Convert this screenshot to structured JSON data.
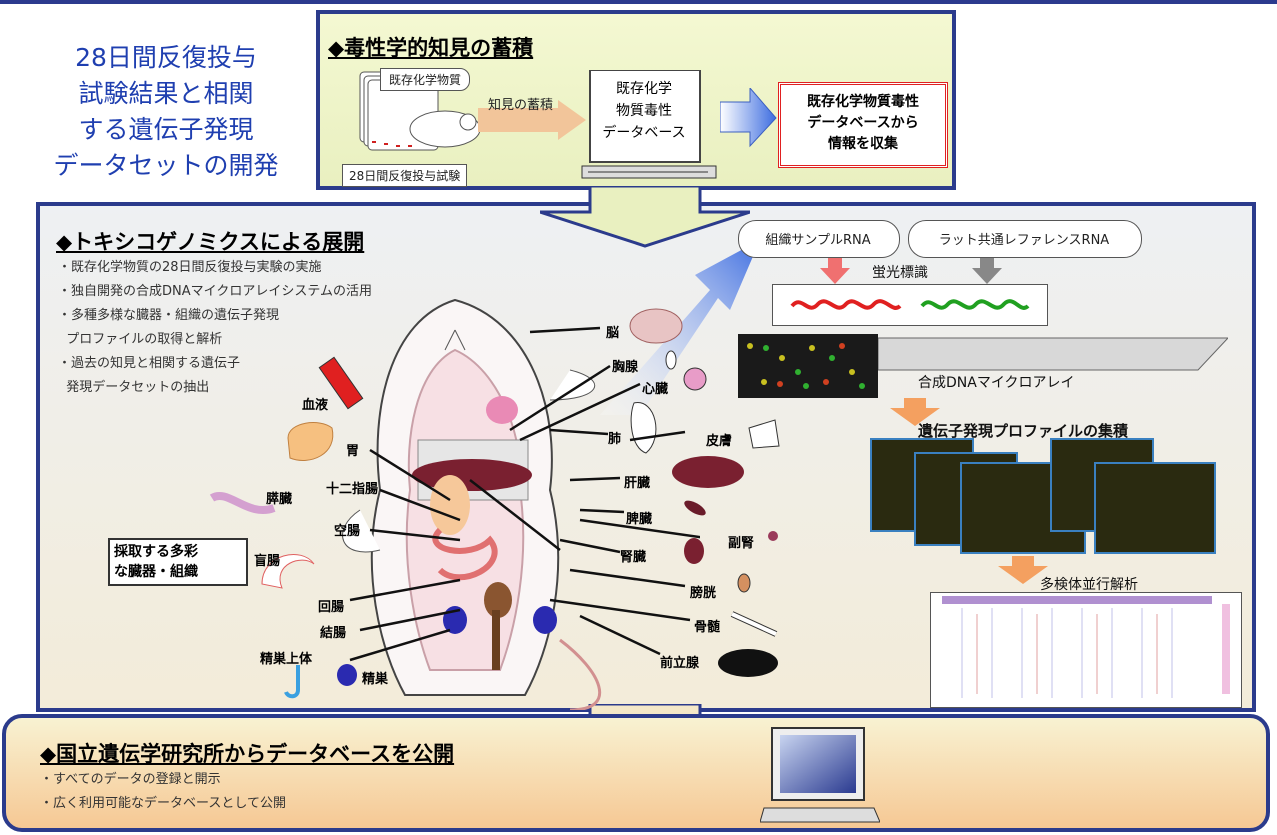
{
  "left_title": [
    "28日間反復投与",
    "試験結果と相関",
    "する遺伝子発現",
    "データセットの開発"
  ],
  "panel1": {
    "heading": "◆毒性学的知見の蓄積",
    "tag_top": "既存化学物質",
    "tag_bottom": "28日間反復投与試験",
    "arrow_label": "知見の蓄積",
    "monitor_lines": [
      "既存化学",
      "物質毒性",
      "データベース"
    ],
    "red_box_lines": [
      "既存化学物質毒性",
      "データベースから",
      "情報を収集"
    ]
  },
  "panel2": {
    "heading": "◆トキシコゲノミクスによる展開",
    "bullets": [
      "・既存化学物質の28日間反復投与実験の実施",
      "・独自開発の合成DNAマイクロアレイシステムの活用",
      "・多種多様な臓器・組織の遺伝子発現",
      "  プロファイルの取得と解析",
      "・過去の知見と相関する遺伝子",
      "  発現データセットの抽出"
    ],
    "sample_box_label": "採取する多彩な臓器・組織",
    "organs": {
      "brain": "脳",
      "thymus": "胸腺",
      "heart": "心臓",
      "lung": "肺",
      "skin": "皮膚",
      "liver": "肝臓",
      "spleen": "脾臓",
      "adrenal": "副腎",
      "kidney": "腎臓",
      "bladder": "膀胱",
      "marrow": "骨髄",
      "prostate": "前立腺",
      "testis": "精巣",
      "epididymis": "精巣上体",
      "colon": "結腸",
      "ileum": "回腸",
      "cecum": "盲腸",
      "jejunum": "空腸",
      "pancreas": "膵臓",
      "duodenum": "十二指腸",
      "stomach": "胃",
      "blood": "血液"
    },
    "tissue_rna": "組織サンプルRNA",
    "ref_rna": "ラット共通レファレンスRNA",
    "fluor_label": "蛍光標識",
    "microarray_label": "合成DNAマイクロアレイ",
    "profile_label": "遺伝子発現プロファイルの集積",
    "parallel_label": "多検体並行解析"
  },
  "panel3": {
    "heading": "◆国立遺伝学研究所からデータベースを公開",
    "bullets": [
      "・すべてのデータの登録と開示",
      "・広く利用可能なデータベースとして公開"
    ]
  },
  "colors": {
    "frame": "#2b3b8c",
    "title_blue": "#1f3fb0",
    "red_box": "#e02020"
  }
}
